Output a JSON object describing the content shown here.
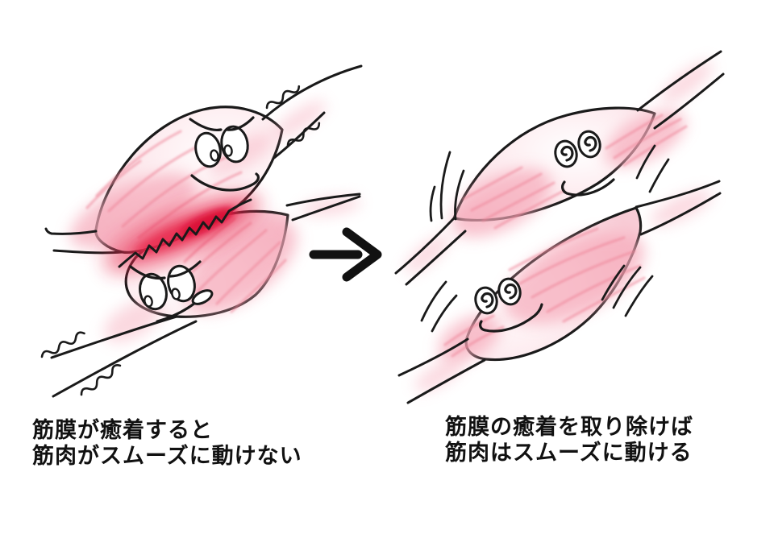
{
  "meta": {
    "background": "#ffffff",
    "subject": "fascia adhesion before/after illustration"
  },
  "colors": {
    "outline": "#1a1a1a",
    "muscle_pink": "#f8ccd6",
    "muscle_pink_mid": "#fdeaee",
    "fiber_pink": "#ee8599",
    "patch_pink": "#f6a9b9",
    "adhesion_red": "#e8274b",
    "adhesion_red_deep": "#d90f35",
    "arrow_black": "#111111",
    "caption_black": "#111111"
  },
  "icons": {
    "arrow": "arrow-right",
    "adhesion": "adhesion-zigzag",
    "tension": "tension-squiggle",
    "motion": "motion-lines"
  },
  "panels": {
    "before": {
      "id": "fascia-adhered",
      "caption_line1": "筋膜が癒着すると",
      "caption_line2": "筋肉がスムーズに動けない"
    },
    "after": {
      "id": "fascia-released",
      "caption_line1": "筋膜の癒着を取り除けば",
      "caption_line2": "筋肉はスムーズに動ける"
    }
  }
}
